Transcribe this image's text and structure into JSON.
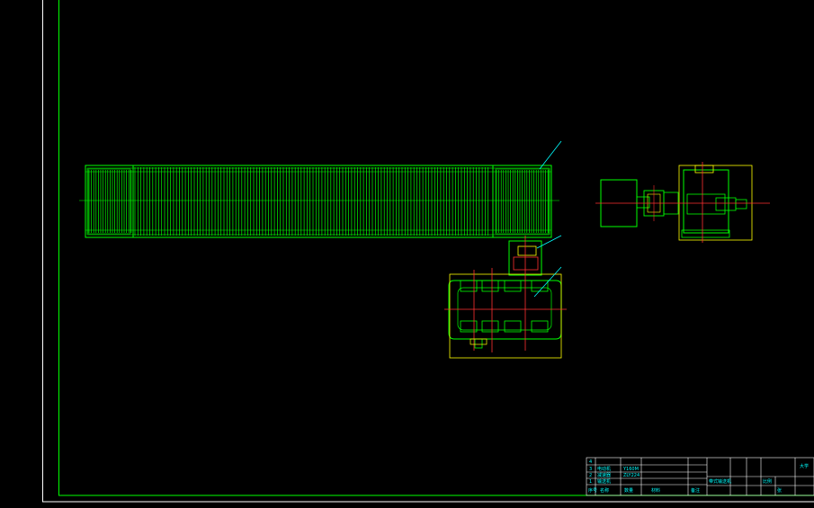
{
  "drawing": {
    "background_color": "#000000",
    "colors": {
      "outer_frame": "#ffffff",
      "inner_frame": "#00ff00",
      "geometry": "#00ff00",
      "accent_geometry": "#ffff00",
      "center_lines": "#ff0000",
      "leaders": "#00ffff",
      "title_block_lines": "#ffffff",
      "title_block_text": "#00ffff"
    },
    "views": [
      {
        "name": "conveyor-roller-elevation",
        "description_icon": "roller-drum"
      },
      {
        "name": "drive-motor-side-view",
        "description_icon": "motor-coupling-reducer"
      },
      {
        "name": "gear-reducer-plan",
        "description_icon": "gearbox"
      }
    ],
    "title_block": {
      "bom_rows": [
        {
          "index": "4",
          "name": "",
          "spec": ""
        },
        {
          "index": "3",
          "name": "电动机",
          "spec": "Y160M"
        },
        {
          "index": "2",
          "name": "减速器",
          "spec": "ZLY224"
        },
        {
          "index": "1",
          "name": "输送机",
          "spec": ""
        }
      ],
      "header_labels": [
        "序号",
        "名称",
        "数量",
        "材料",
        "备注"
      ],
      "company_label": "大学",
      "drawing_title": "带式输送机",
      "drawing_number": "",
      "scale_label": "比例",
      "sheet_label": "张"
    }
  }
}
